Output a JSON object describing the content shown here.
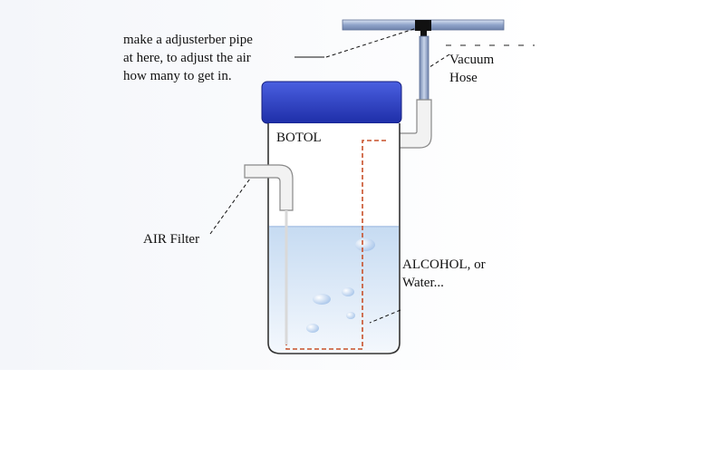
{
  "labels": {
    "adjuster_line1": "make a adjusterber pipe",
    "adjuster_line2": "at here, to adjust the air",
    "adjuster_line3": "how many to get in.",
    "vacuum_line1": "Vacuum",
    "vacuum_line2": "Hose",
    "bottle": "BOTOL",
    "air_filter": "AIR Filter",
    "liquid_line1": "ALCOHOL, or",
    "liquid_line2": "Water..."
  },
  "colors": {
    "lid": "#2b3ec8",
    "pipe": "#8fa3c9",
    "liquid": "#cfe0f4",
    "jar_outline": "#333333",
    "dashed_tube": "#c8502a"
  }
}
